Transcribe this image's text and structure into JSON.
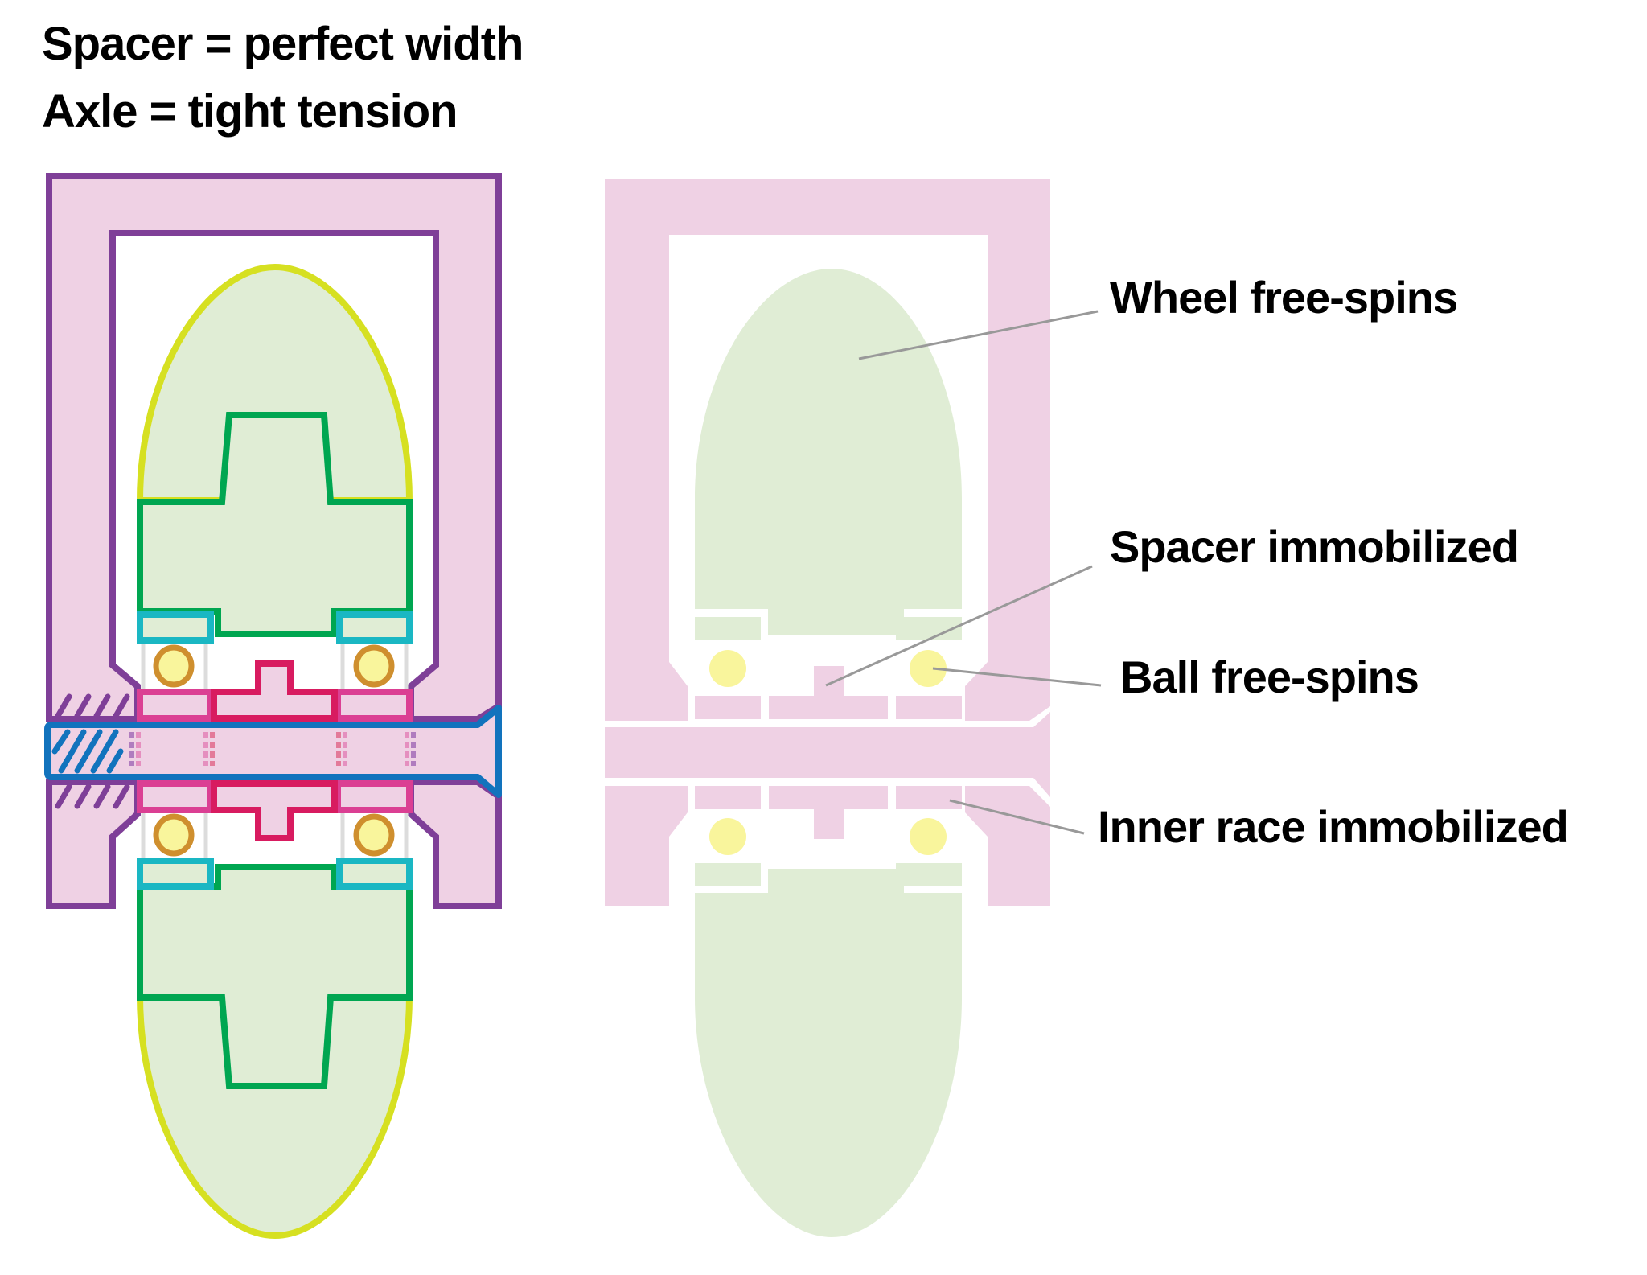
{
  "title": {
    "line1": "Spacer = perfect width",
    "line2": "Axle = tight tension"
  },
  "labels": {
    "wheel": "Wheel free-spins",
    "spacer": "Spacer immobilized",
    "ball": "Ball free-spins",
    "inner_race": "Inner race immobilized"
  },
  "colors": {
    "frame_fill": "#efd1e4",
    "frame_stroke": "#7f3f98",
    "wheel_fill": "#e0edd5",
    "tire_stroke": "#d6e021",
    "hub_stroke": "#00a651",
    "outer_race_stroke": "#1ab7c3",
    "inner_race_stroke": "#db3f93",
    "spacer_stroke": "#d81b60",
    "axle_stroke": "#1273bd",
    "ball_fill": "#f9f59c",
    "ball_stroke": "#cf8f2e",
    "leader_line": "#999999",
    "cage": "#dcdcdc"
  },
  "components": [
    "frame",
    "wheel",
    "hub",
    "outer race",
    "ball",
    "inner race",
    "spacer",
    "axle"
  ]
}
